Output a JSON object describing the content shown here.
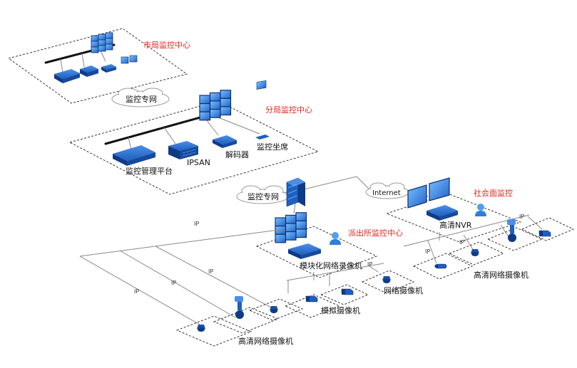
{
  "diagram": {
    "colors": {
      "device_blue": "#1f5fbf",
      "device_dark": "#0e3a86",
      "screen_blue": "#3b8ee6",
      "label_red": "#e0281e",
      "label_black": "#111111",
      "link_gray": "#888888"
    },
    "zones": {
      "city_center": "市局监控中心",
      "branch_center": "分局监控中心",
      "police_station": "派出所监控中心",
      "social": "社会面监控"
    },
    "clouds": {
      "top": "监控专网",
      "middle": "监控专网",
      "internet": "Internet"
    },
    "branch_devices": {
      "platform": "监控管理平台",
      "ipsan": "IPSAN",
      "decoder": "解码器",
      "console": "监控坐席"
    },
    "station": {
      "nvr_modular": "模块化网络录像机",
      "analog_camera": "模拟摄像机",
      "network_camera": "网络摄像机",
      "hd_camera": "高清网络摄像机"
    },
    "social_area": {
      "nvr": "高清NVR",
      "hd_camera": "高清网络摄像机"
    },
    "ip_tag": "IP",
    "icons": [
      "video-wall-icon",
      "server-icon",
      "storage-icon",
      "decoder-icon",
      "workstation-icon",
      "firewall-icon",
      "person-icon",
      "ptz-camera-icon",
      "dome-camera-icon",
      "box-camera-icon",
      "bullet-camera-icon",
      "cloud-icon",
      "nvr-icon",
      "monitor-icon"
    ]
  }
}
